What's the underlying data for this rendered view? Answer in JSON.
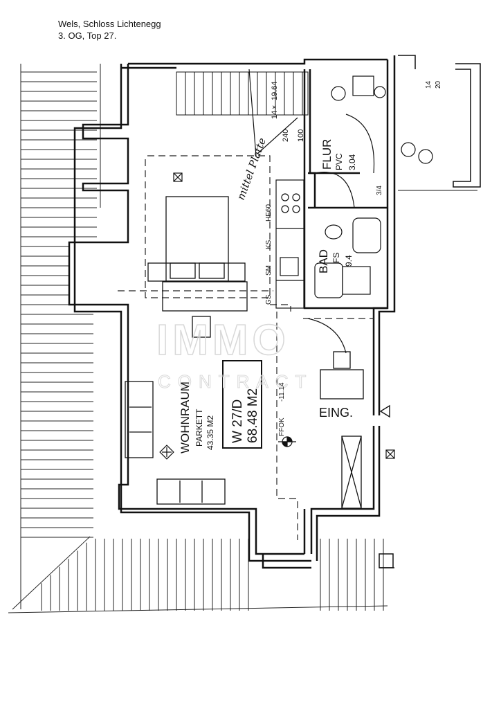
{
  "header": {
    "line1": "Wels, Schloss Lichtenegg",
    "line2": "3. OG, Top 27."
  },
  "plan": {
    "main_room": {
      "name": "WOHNRAUM",
      "floor": "PARKETT",
      "area": "43.35 M2"
    },
    "unit": {
      "id": "W 27/D",
      "area": "68.48 M2"
    },
    "entrance": {
      "label": "EING."
    },
    "hall": {
      "label": "FLUR",
      "floor": "PVC",
      "area": "3.04"
    },
    "bath": {
      "label": "BAD",
      "floor": "FS",
      "area": "9.4"
    },
    "stairs": {
      "count": "14",
      "rise": "19.64",
      "separator": "×",
      "dim_a": "240",
      "dim_b": "100"
    },
    "dims": {
      "d1": "14",
      "d2": "20",
      "d3": "3/4"
    },
    "kitchen": {
      "labels": [
        "HE60",
        "KS",
        "SM",
        "GS"
      ]
    },
    "fbok": {
      "label": "FFOK",
      "value": "-11.14"
    },
    "note": "mittel Platte",
    "watermark": {
      "brand": "IMMO",
      "sub": "CONTRACT"
    },
    "icons": [
      "window-marker-icon",
      "light-fixture-icon",
      "level-marker-icon",
      "entrance-arrow-icon"
    ]
  }
}
